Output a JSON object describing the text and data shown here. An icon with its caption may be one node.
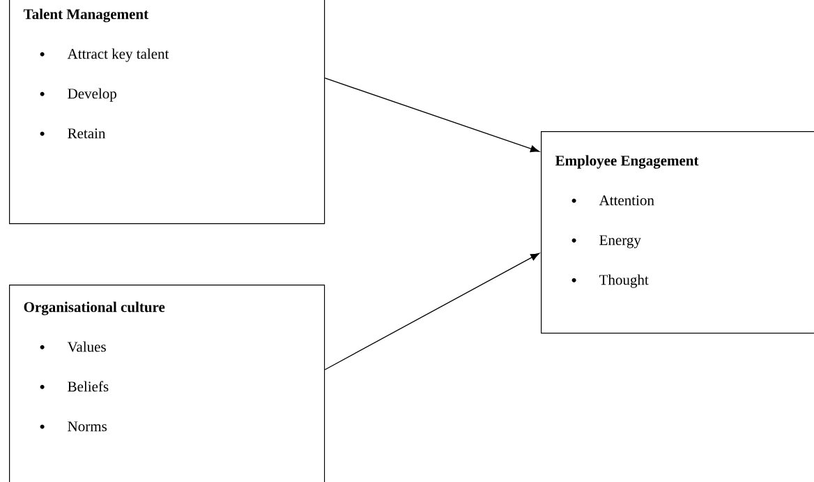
{
  "diagram": {
    "nodes": [
      {
        "text": [
          "Talent Management",
          "Attract key talent",
          "Develop",
          "Retain"
        ]
      },
      {
        "text": [
          "Organisational culture",
          "Values",
          "Beliefs",
          "Norms"
        ]
      },
      {
        "text": [
          "Employee Engagement",
          "Attention",
          "Energy",
          "Thought"
        ]
      }
    ],
    "edges": [
      {
        "from": 0,
        "to": 2,
        "arrow": "to"
      },
      {
        "from": 1,
        "to": 2,
        "arrow": "to"
      }
    ]
  }
}
